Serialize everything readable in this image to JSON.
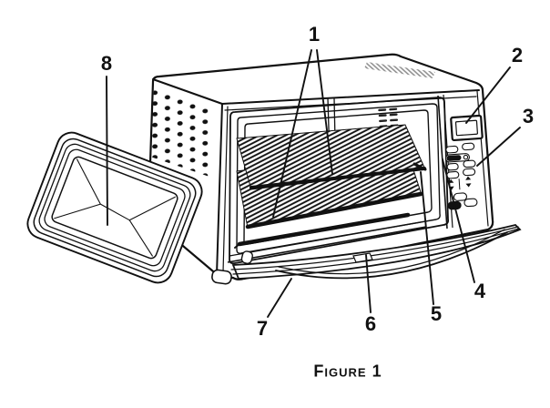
{
  "figure": {
    "caption": "Figure 1",
    "callouts": [
      {
        "label": "1"
      },
      {
        "label": "2"
      },
      {
        "label": "3"
      },
      {
        "label": "4"
      },
      {
        "label": "5"
      },
      {
        "label": "6"
      },
      {
        "label": "7"
      },
      {
        "label": "8"
      }
    ]
  },
  "colors": {
    "line": "#111111",
    "background": "#ffffff",
    "hatch_gray": "#8c8c8c"
  }
}
